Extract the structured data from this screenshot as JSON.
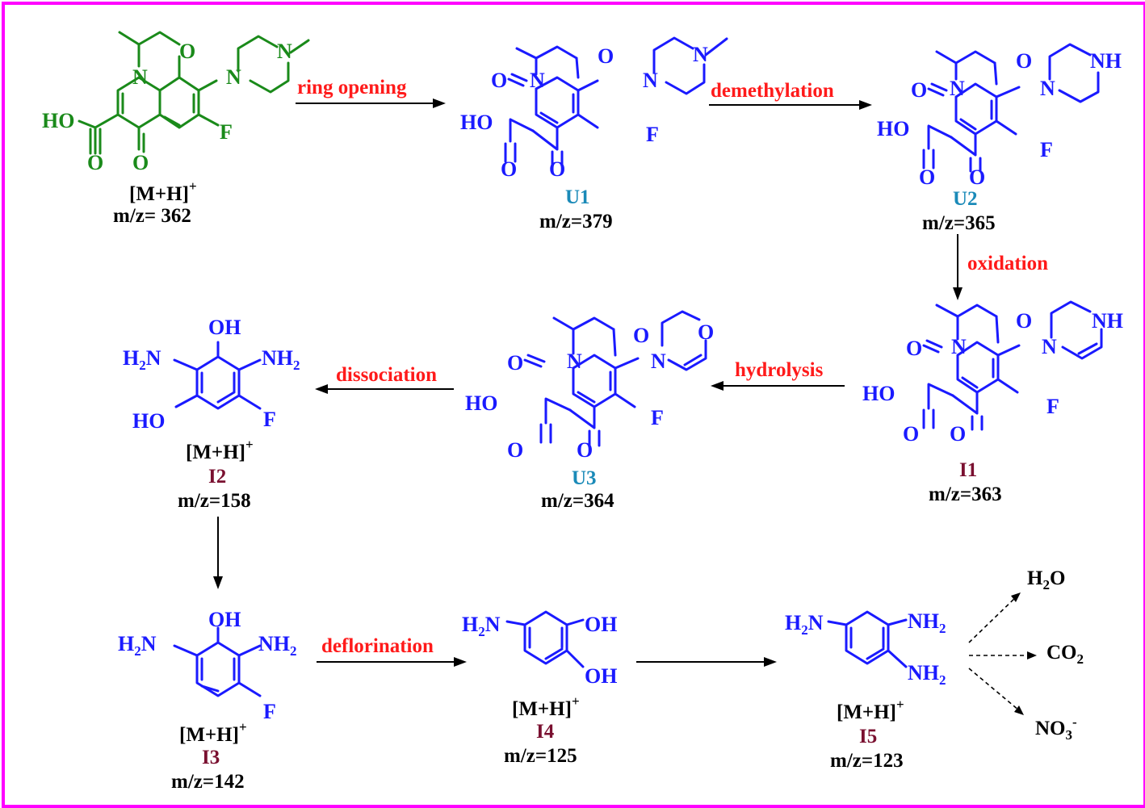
{
  "colors": {
    "border": "#ff00ff",
    "parent": "#1a8a1a",
    "intermediate": "#1a1aff",
    "reaction": "#ff1a1a",
    "cpd_label_U": "#1a8ab8",
    "cpd_label_I": "#7a1030"
  },
  "reactions": {
    "r1": "ring opening",
    "r2": "demethylation",
    "r3": "oxidation",
    "r4": "hydrolysis",
    "r5": "dissociation",
    "r6": "deflorination"
  },
  "compounds": {
    "parent": {
      "ion": "[M+H]",
      "ion_sup": "+",
      "mz": "m/z= 362"
    },
    "U1": {
      "name": "U1",
      "mz": "m/z=379"
    },
    "U2": {
      "name": "U2",
      "mz": "m/z=365"
    },
    "I1": {
      "name": "I1",
      "mz": "m/z=363"
    },
    "U3": {
      "name": "U3",
      "mz": "m/z=364"
    },
    "I2": {
      "name": "I2",
      "ion": "[M+H]",
      "ion_sup": "+",
      "mz": "m/z=158"
    },
    "I3": {
      "name": "I3",
      "ion": "[M+H]",
      "ion_sup": "+",
      "mz": "m/z=142"
    },
    "I4": {
      "name": "I4",
      "ion": "[M+H]",
      "ion_sup": "+",
      "mz": "m/z=125"
    },
    "I5": {
      "name": "I5",
      "ion": "[M+H]",
      "ion_sup": "+",
      "mz": "m/z=123"
    }
  },
  "atoms": {
    "HO": "HO",
    "O": "O",
    "N": "N",
    "F": "F",
    "NH": "NH",
    "OH": "OH",
    "H": "H",
    "NH2_main": "NH",
    "sub2": "2"
  },
  "final_products": {
    "h2o_main": "H",
    "h2o_sub": "2",
    "h2o_tail": "O",
    "co2_main": "CO",
    "co2_sub": "2",
    "no3_main": "NO",
    "no3_sub": "3",
    "no3_sup": "-"
  }
}
